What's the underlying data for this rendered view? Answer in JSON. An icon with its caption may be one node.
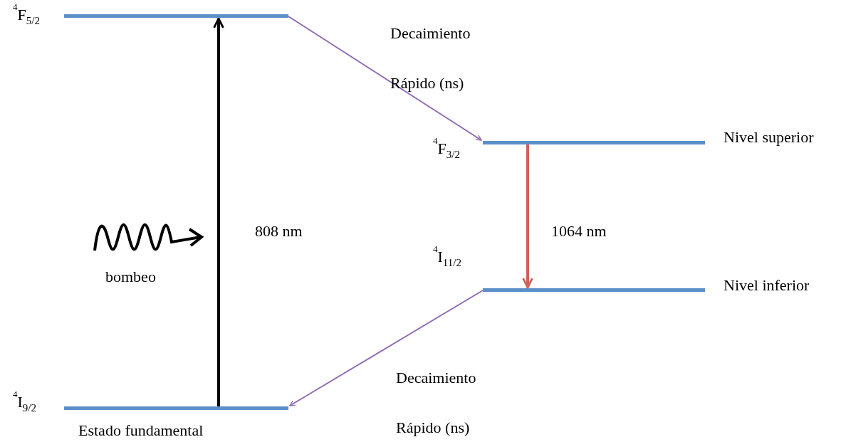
{
  "diagram": {
    "nodes": [
      {
        "text": [
          "$^{4}$F$_{5/2}$"
        ]
      },
      {
        "text": [
          "$^{4}$F$_{3/2}$"
        ],
        "beside": [
          "Nivel superior"
        ]
      },
      {
        "text": [
          "$^{4}$I$_{11/2}$"
        ],
        "beside": [
          "Nivel inferior"
        ]
      },
      {
        "text": [
          "$^{4}$I$_{9/2}$"
        ],
        "beside": [
          "Estado fundamental"
        ]
      }
    ],
    "edges": [
      {
        "from": 3,
        "to": 0,
        "arrow": "to",
        "label": "808 nm",
        "style": "thick",
        "color": "#000000"
      },
      {
        "from": 0,
        "to": 1,
        "arrow": "to",
        "label": "Decaimiento Rápido (ns)"
      },
      {
        "from": 1,
        "to": 2,
        "arrow": "to",
        "label": "1064 nm",
        "style": "thick",
        "color": "#d0605a"
      },
      {
        "from": 2,
        "to": 3,
        "arrow": "to",
        "label": "Decaimiento Rápido (ns)"
      }
    ],
    "labels": [
      "bombeo"
    ]
  }
}
